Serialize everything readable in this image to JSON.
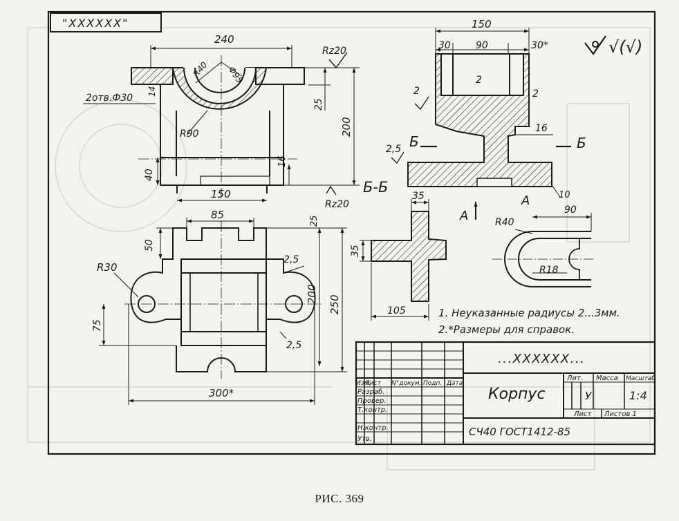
{
  "corner_stamp": "\"XXXXXX\"",
  "roughness": {
    "main": "√(√)",
    "rz20_top": "Rz20",
    "rz20_bottom": "Rz20"
  },
  "front_view": {
    "dims": {
      "width_240": "240",
      "ri40": "R40",
      "rphi95": "Ф95",
      "rz20": "Rz20",
      "holes": "2отв.Ф30",
      "h14": "14",
      "h25": "25",
      "h200": "200",
      "r90": "R90",
      "h40": "40",
      "h16": "16",
      "w150": "150"
    }
  },
  "side_view": {
    "dims": {
      "w150": "150",
      "w30a": "30",
      "w90": "90",
      "w30b": "30*",
      "r2a": "2",
      "r2b": "2",
      "r2c": "2",
      "w16": "16",
      "r25": "2,5",
      "b1": "Б",
      "b2": "Б",
      "w10": "10"
    }
  },
  "section": {
    "label": "Б-Б",
    "w35": "35",
    "h35": "35",
    "w105": "105"
  },
  "view_a": {
    "arrow_label": "А",
    "title": "А",
    "w90": "90",
    "r40": "R40",
    "r18": "R18"
  },
  "top_view": {
    "dims": {
      "w85": "85",
      "h25": "25",
      "h50": "50",
      "r30": "R30",
      "r25a": "2,5",
      "h200": "200",
      "h250": "250",
      "h75": "75",
      "r25b": "2,5",
      "w300": "300*"
    }
  },
  "notes": [
    "1. Неуказанные радиусы 2...3мм.",
    "2.*Размеры для справок."
  ],
  "title_block": {
    "doc_code": "...XXXXXX...",
    "name": "Корпус",
    "material": "СЧ40 ГОСТ1412-85",
    "col_lit": "Лит.",
    "col_mass": "Масса",
    "col_scale": "Масштаб",
    "lit_value": "У",
    "scale_value": "1:4",
    "sheet": "Лист",
    "sheets": "Листов 1",
    "header_cols": [
      "Изм.",
      "Лист",
      "N°докум.",
      "Подп.",
      "Дата"
    ],
    "roles": [
      "Разраб.",
      "Провер.",
      "Т.контр.",
      "",
      "Н.контр.",
      "Утв."
    ]
  },
  "caption": "РИС. 369",
  "colors": {
    "paper": "#f4f3ef",
    "ink": "#1a1a1a",
    "ghost": "#c9c8c2"
  }
}
